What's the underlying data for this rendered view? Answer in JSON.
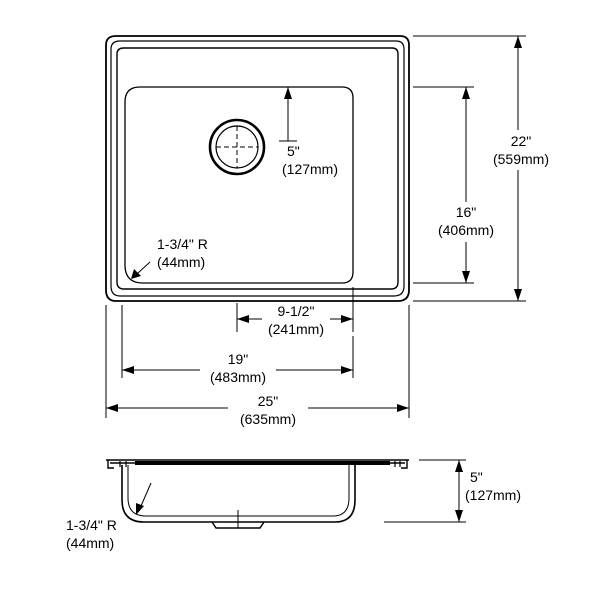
{
  "diagram": {
    "top_view": {
      "drain_offset": {
        "inch": "5\"",
        "mm": "(127mm)"
      },
      "bowl_length": {
        "inch": "16\"",
        "mm": "(406mm)"
      },
      "overall_length": {
        "inch": "22\"",
        "mm": "(559mm)"
      },
      "corner_radius": {
        "inch": "1-3/4\" R",
        "mm": "(44mm)"
      },
      "drain_center": {
        "inch": "9-1/2\"",
        "mm": "(241mm)"
      },
      "bowl_width": {
        "inch": "19\"",
        "mm": "(483mm)"
      },
      "overall_width": {
        "inch": "25\"",
        "mm": "(635mm)"
      }
    },
    "side_view": {
      "depth": {
        "inch": "5\"",
        "mm": "(127mm)"
      },
      "corner_radius": {
        "inch": "1-3/4\" R",
        "mm": "(44mm)"
      }
    }
  }
}
